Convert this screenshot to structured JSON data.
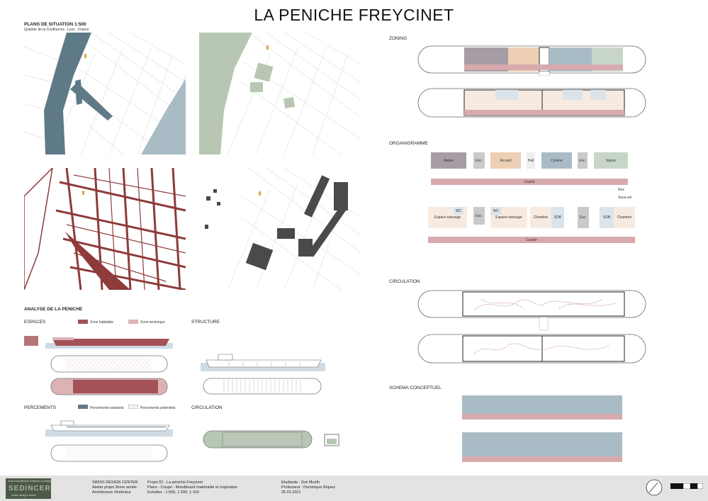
{
  "title": "LA PENICHE FREYCINET",
  "situation": {
    "heading": "PLANS DE SITUATION 1:500",
    "subheading": "Quartier de la Confluence , Lyon , France"
  },
  "analysis": {
    "heading": "ANALYSE DE LA PENICHE",
    "espaces": "ESPACES",
    "structure": "STRUCTURE",
    "percements": "PERCEMENTS",
    "circulation": "CIRCULATION",
    "legend_habitable": "Zone habitable",
    "legend_technique": "Zone technique",
    "legend_existants": "Percements existants",
    "legend_potentiels": "Percements potentiels"
  },
  "zoning": {
    "heading": "ZONING"
  },
  "organigramme": {
    "heading": "ORGANIGRAMME",
    "rez": "Rez",
    "sous_sol": "Sous-sol",
    "top_row": [
      "Atelier",
      "Esc.",
      "Accueil",
      "Hall",
      "Cuisine",
      "Esc.",
      "Séjour"
    ],
    "couloir_top": "Couloir",
    "wc1": "WC",
    "esp1": "Espace tatouage",
    "esc_b1": "Esc.",
    "wc2": "WC",
    "esp2": "Espace tatouage",
    "chambre1": "Chambre",
    "sdb1": "SDB",
    "esc_b2": "Esc.",
    "sdb2": "SDB",
    "chambre2": "Chambre",
    "couloir_bottom": "Couloir"
  },
  "circulation": {
    "heading": "CIRCULATION"
  },
  "schema": {
    "heading": "SCHEMA CONCEPTUEL"
  },
  "footer": {
    "school_line": "ecole d'architecture d'interieur & design",
    "logo": "SEDINCER",
    "logo_sub": "swiss design center",
    "col1": [
      "SWISS DESIGN CENTER",
      "Atelier projet 3ème année",
      "Architecture d'intérieur"
    ],
    "col2": [
      "Projet 02 - La péniche Freycinet",
      "Plans - Coupe - Moodboard matérialité et inspiration",
      "Echelles : 1:500, 1:200, 1:100"
    ],
    "col3": [
      "Etudiante : Zoé Murith",
      "Professeur : Dominique Riquez",
      "25.01.2021"
    ]
  },
  "colors": {
    "river": "#5f7a87",
    "green": "#b7c7b4",
    "red": "#8e3b3b",
    "dark": "#4a4a4a",
    "sage": "#c8d6c7",
    "sand": "#eccfb4",
    "blue": "#a9bcc6",
    "mauve": "#a69ca4",
    "pink": "#d7aaad",
    "grey": "#c9c9c9",
    "cream": "#f7ebe1"
  }
}
